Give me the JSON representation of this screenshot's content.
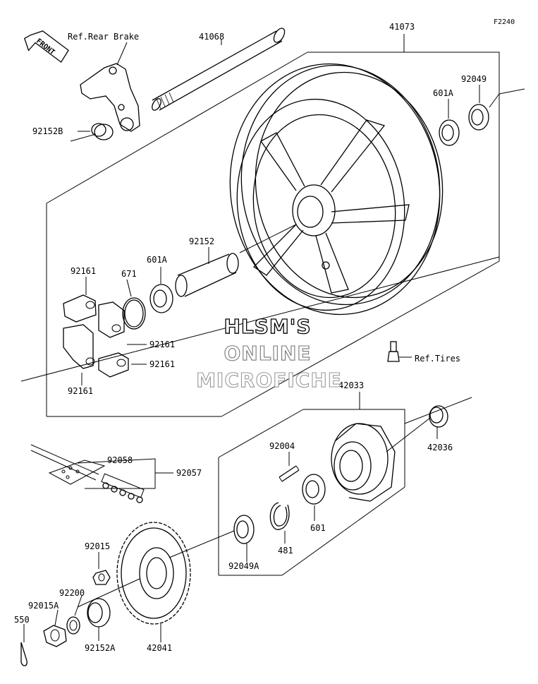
{
  "figure_id": "F2240",
  "front_label": "FRONT",
  "refs": {
    "rear_brake": "Ref.Rear Brake",
    "tires": "Ref.Tires"
  },
  "watermark": [
    "HLSM'S",
    "ONLINE",
    "MICROFICHE"
  ],
  "parts": {
    "p41068": "41068",
    "p41073": "41073",
    "p92049": "92049",
    "p601A_top": "601A",
    "p92152B": "92152B",
    "p92152": "92152",
    "p601A_mid": "601A",
    "p671": "671",
    "p92161_a": "92161",
    "p92161_b": "92161",
    "p92161_c": "92161",
    "p92161_d": "92161",
    "p42033": "42033",
    "p42036": "42036",
    "p92004": "92004",
    "p92058": "92058",
    "p92057": "92057",
    "p601": "601",
    "p481": "481",
    "p92049A": "92049A",
    "p92015": "92015",
    "p92200": "92200",
    "p92015A": "92015A",
    "p550": "550",
    "p92152A": "92152A",
    "p42041": "42041"
  }
}
